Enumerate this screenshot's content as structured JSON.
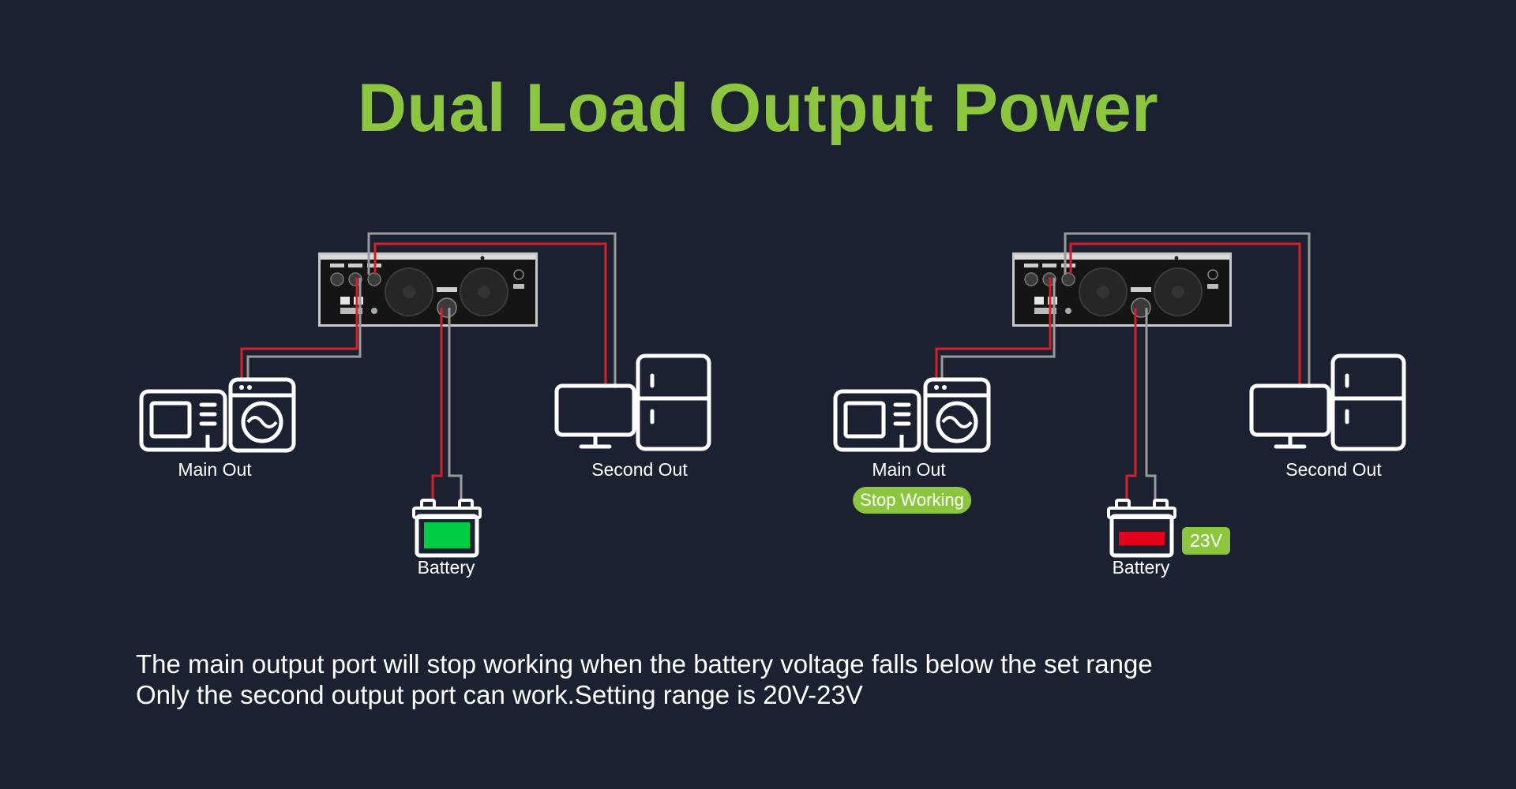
{
  "title": "Dual Load Output Power",
  "colors": {
    "background": "#1c2131",
    "accent": "#8cc63f",
    "wire_positive": "#d42026",
    "wire_negative": "#9b9b9b",
    "battery_full": "#00cc44",
    "battery_low": "#e3001b"
  },
  "left_scenario": {
    "main_out_label": "Main Out",
    "second_out_label": "Second Out",
    "battery_label": "Battery",
    "battery_level": 1.0,
    "main_out_icons": [
      "microwave-icon",
      "washing-machine-icon"
    ],
    "second_out_icons": [
      "monitor-icon",
      "refrigerator-icon"
    ]
  },
  "right_scenario": {
    "main_out_label": "Main Out",
    "main_out_status": "Stop Working",
    "second_out_label": "Second Out",
    "battery_label": "Battery",
    "battery_voltage": "23V",
    "battery_level": 0.3,
    "main_out_icons": [
      "microwave-icon",
      "washing-machine-icon"
    ],
    "second_out_icons": [
      "monitor-icon",
      "refrigerator-icon"
    ]
  },
  "description": {
    "line1": "The main output port will stop working when the battery voltage falls below the set range",
    "line2": "Only the second output port can work.Setting range is 20V-23V"
  }
}
